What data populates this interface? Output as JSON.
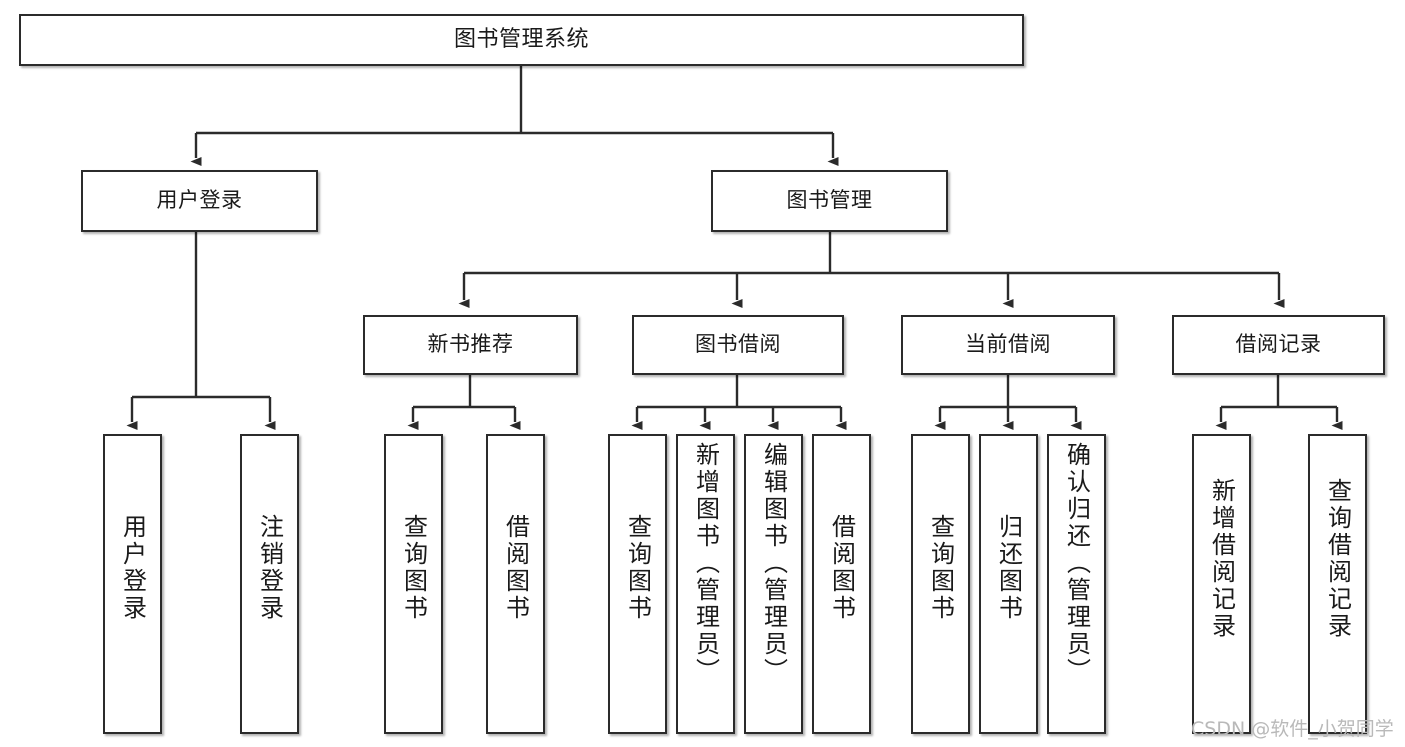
{
  "diagram": {
    "title": "图书管理系统",
    "type": "tree",
    "watermark": "CSDN @软件_小贺同学",
    "colors": {
      "node_border": "#2b2b2b",
      "node_fill": "#ffffff",
      "edge": "#2b2b2b",
      "text": "#1a1a1a",
      "watermark": "#b9b9b9",
      "background": "#ffffff"
    },
    "levels": {
      "root": [
        "图书管理系统"
      ],
      "level2": [
        "用户登录",
        "图书管理"
      ],
      "level3": [
        "新书推荐",
        "图书借阅",
        "当前借阅",
        "借阅记录"
      ],
      "leaves": [
        "用户登录",
        "注销登录",
        "查询图书",
        "借阅图书",
        "查询图书",
        "新增图书（管理员）",
        "编辑图书（管理员）",
        "借阅图书",
        "查询图书",
        "归还图书",
        "确认归还（管理员）",
        "新增借阅记录",
        "查询借阅记录"
      ]
    }
  },
  "nodes": {
    "root": {
      "label": "图书管理系统"
    },
    "user_login": {
      "label": "用户登录"
    },
    "book_manage": {
      "label": "图书管理"
    },
    "new_book_rec": {
      "label": "新书推荐"
    },
    "book_borrow": {
      "label": "图书借阅"
    },
    "current_borrow": {
      "label": "当前借阅"
    },
    "borrow_record": {
      "label": "借阅记录"
    },
    "leaf_user_login": {
      "label": "用户登录"
    },
    "leaf_logout": {
      "label": "注销登录"
    },
    "leaf_query_book_a": {
      "label": "查询图书"
    },
    "leaf_borrow_book_a": {
      "label": "借阅图书"
    },
    "leaf_query_book_b": {
      "label": "查询图书"
    },
    "leaf_add_book": {
      "label": "新增图书（管理员）"
    },
    "leaf_edit_book": {
      "label": "编辑图书（管理员）"
    },
    "leaf_borrow_book_b": {
      "label": "借阅图书"
    },
    "leaf_query_book_c": {
      "label": "查询图书"
    },
    "leaf_return_book": {
      "label": "归还图书"
    },
    "leaf_confirm_return": {
      "label": "确认归还（管理员）"
    },
    "leaf_add_record": {
      "label": "新增借阅记录"
    },
    "leaf_query_record": {
      "label": "查询借阅记录"
    }
  },
  "watermark": {
    "text": "CSDN @软件_小贺同学"
  }
}
